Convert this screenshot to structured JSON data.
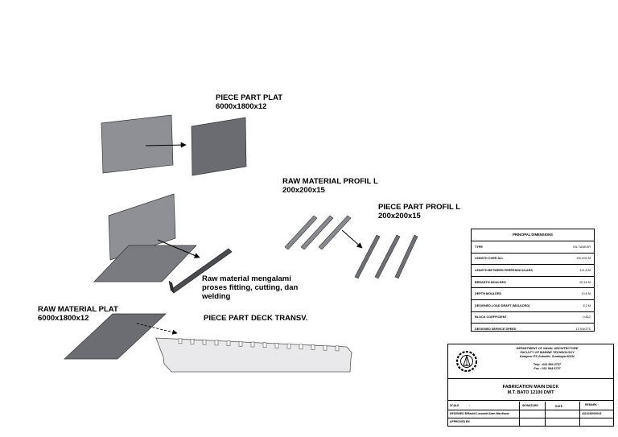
{
  "labels": {
    "piece_part_plat": "PIECE PART PLAT\n6000x1800x12",
    "raw_material_profil": "RAW MATERIAL PROFIL L\n200x200x15",
    "piece_part_profil": "PIECE PART PROFIL L\n200x200x15",
    "process_note": "Raw material mengalami\nproses fitting, cutting, dan\nwelding",
    "raw_material_plat": "RAW MATERIAL PLAT\n6000x1800x12",
    "piece_part_deck": "PIECE PART DECK TRANSV."
  },
  "principal_dimensions": {
    "title": "PRINCIPAL DIMENSIONS",
    "rows": [
      {
        "label": "TYPE",
        "value": "OIL TANKER"
      },
      {
        "label": "LENGTH OVER ALL",
        "value": "130,000 M"
      },
      {
        "label": "LENGTH BETWEEN PERPENDICULARS",
        "value": "121,8 M"
      },
      {
        "label": "BREADTH MOULDED",
        "value": "20,16 M"
      },
      {
        "label": "DEPTH MOULDED",
        "value": "10,8 M"
      },
      {
        "label": "DESIGNED LOAD DRAFT (MOULDED)",
        "value": "8,2 M"
      },
      {
        "label": "BLOCK COEFFICIENT",
        "value": "0.812"
      },
      {
        "label": "DESIGNED SERVICE SPEED",
        "value": "12 KNOTS"
      }
    ]
  },
  "title_block": {
    "institution": "DEPARTMENT OF NAVAL ARCHITECTURE\nFACULTY OF MARINE TECHNOLOGY\nKampus ITS Sukolilo, Surabaya 60111\n\nTelp : 031 594 0737\nFax : 031 594 0737",
    "drawing_title": "FABRICATION MAIN DECK\nM.T. BATO 12100 DWT",
    "scale_label": "SCALE",
    "scale_value": ":",
    "signature_label": "SIGNATURE",
    "date_label": "DATE",
    "remark_label": "REMARK :",
    "designed_by_label": "DESIGNED BY",
    "designed_by_value": "Rashif Lazuardi Alam Wardhana",
    "student_id": "4311046000016",
    "approved_by_label": "APPROVED BY",
    "approved_by_value": ":"
  }
}
